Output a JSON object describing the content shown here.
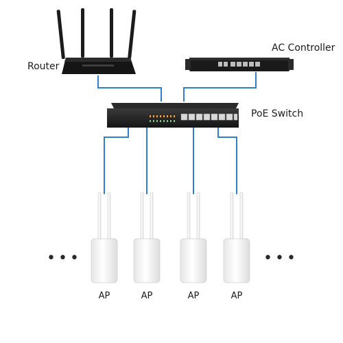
{
  "labels": {
    "router": "Router",
    "ac_controller": "AC Controller",
    "poe_switch": "PoE Switch",
    "ap": [
      "AP",
      "AP",
      "AP",
      "AP"
    ]
  },
  "ellipsis": [
    "•••",
    "•••"
  ],
  "colors": {
    "cable": "#2f7fcf",
    "device_dark": "#1c1c1c",
    "ap_body": "#f5f5f5"
  }
}
